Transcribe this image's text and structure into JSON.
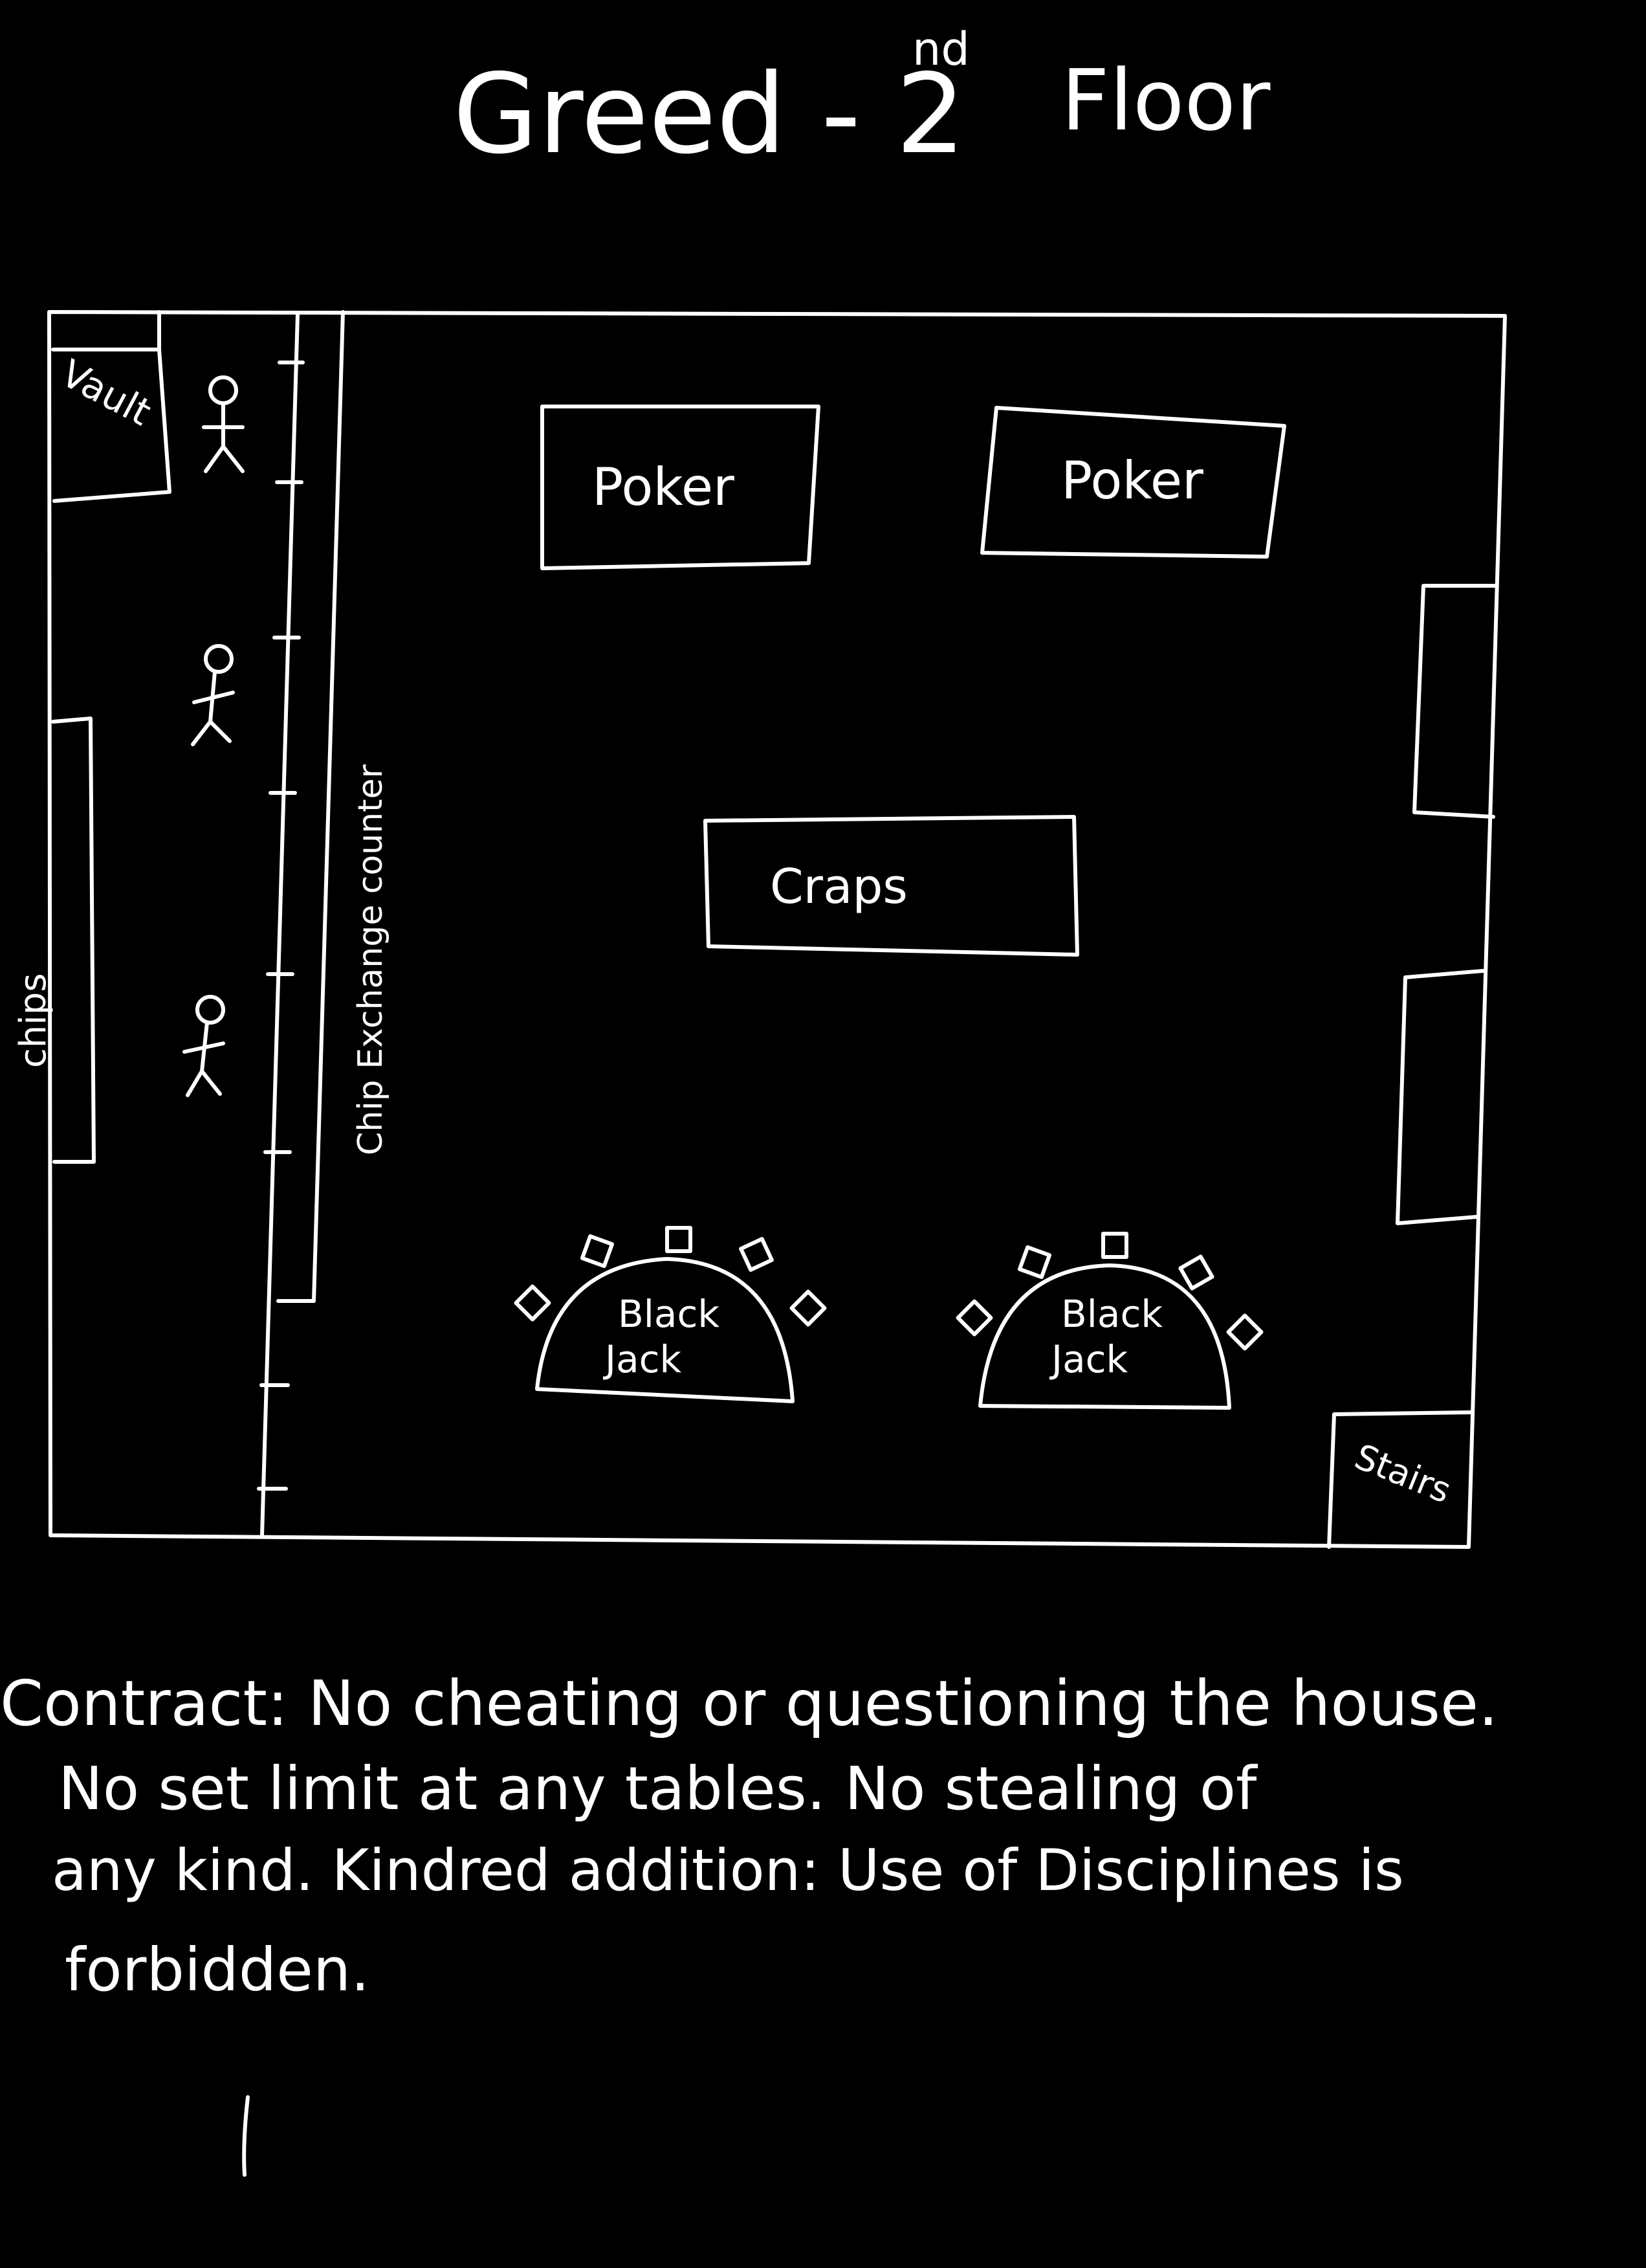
{
  "title": {
    "main": "Greed - 2",
    "superscript": "nd",
    "suffix": "Floor"
  },
  "labels": {
    "vault": "Vault",
    "chips": "chips",
    "chip_exchange_counter": "Chip Exchange counter",
    "poker_left": "Poker",
    "poker_right": "Poker",
    "craps": "Craps",
    "blackjack_left_line1": "Black",
    "blackjack_left_line2": "Jack",
    "blackjack_right_line1": "Black",
    "blackjack_right_line2": "Jack",
    "stairs": "Stairs"
  },
  "contract": {
    "line1": "Contract: No cheating or questioning the house.",
    "line2": "No set limit at any tables. No stealing of",
    "line3": "any kind. Kindred addition: Use of Disciplines is",
    "line4": "forbidden."
  },
  "colors": {
    "background": "#000000",
    "ink": "#ffffff"
  }
}
